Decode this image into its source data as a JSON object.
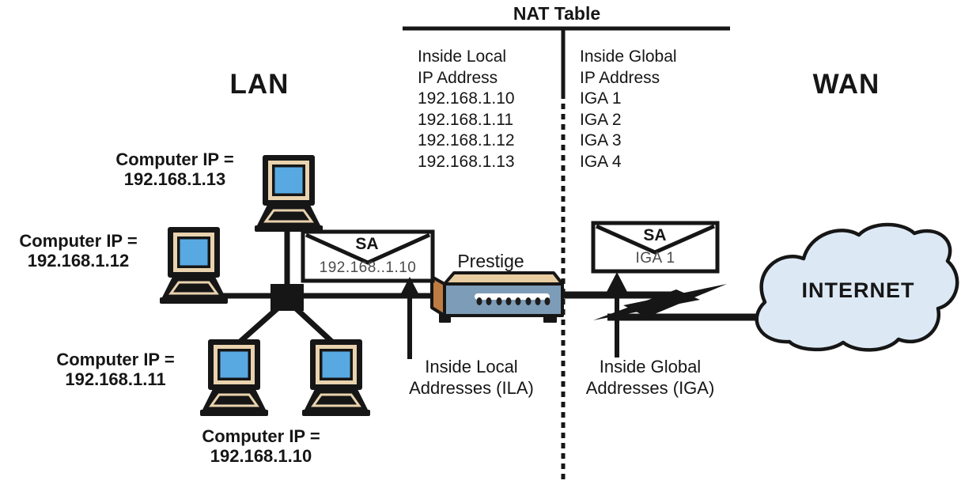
{
  "title": "NAT Table",
  "zones": {
    "lan": "LAN",
    "wan": "WAN"
  },
  "nat_table": {
    "left_column": [
      "Inside Local",
      "IP Address",
      "192.168.1.10",
      "192.168.1.11",
      "192.168.1.12",
      "192.168.1.13"
    ],
    "right_column": [
      "Inside Global",
      "IP Address",
      "IGA 1",
      "IGA 2",
      "IGA 3",
      "IGA 4"
    ]
  },
  "computers": [
    {
      "line1": "Computer IP =",
      "line2": "192.168.1.13"
    },
    {
      "line1": "Computer IP =",
      "line2": "192.168.1.12"
    },
    {
      "line1": "Computer IP =",
      "line2": "192.168.1.11"
    },
    {
      "line1": "Computer IP =",
      "line2": "192.168.1.10"
    }
  ],
  "packets": {
    "local": {
      "label": "SA",
      "address": "192.168..1.10"
    },
    "global": {
      "label": "SA",
      "address": "IGA 1"
    }
  },
  "router": {
    "label": "Prestige"
  },
  "internet": {
    "label": "INTERNET"
  },
  "annotations": {
    "ila": {
      "line1": "Inside Local",
      "line2": "Addresses (ILA)"
    },
    "iga": {
      "line1": "Inside Global",
      "line2": "Addresses (IGA)"
    }
  },
  "colors": {
    "line_black": "#161616",
    "screen_blue": "#58a9e2",
    "bezel_tan": "#e9d3ae",
    "router_front": "#7d9cb8",
    "router_top": "#e8cda1",
    "router_side": "#bf7c42",
    "cloud_fill": "#dce9f5",
    "address_gray": "#4b4b4b"
  }
}
